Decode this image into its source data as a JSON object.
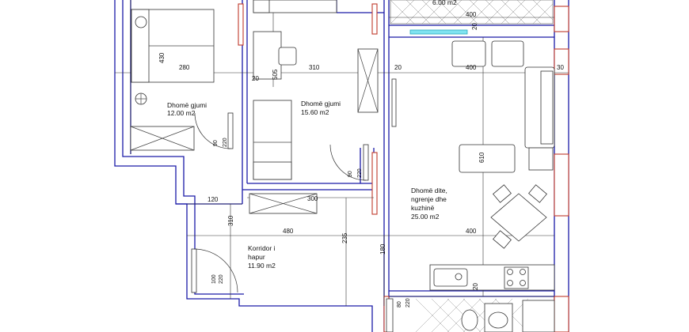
{
  "rooms": [
    {
      "name": "Dhomë gjumi",
      "area": "12.00 m2"
    },
    {
      "name": "Dhomë gjumi",
      "area": "15.60 m2"
    },
    {
      "name": "Dhomë dite,",
      "name2": "ngrenje dhe",
      "name3": "kuzhinë",
      "area": "25.00 m2"
    },
    {
      "name": "Korridor i",
      "name2": "hapur",
      "area": "11.90 m2"
    },
    {
      "area": "6.00 m2"
    }
  ],
  "dimensions": {
    "d430": "430",
    "d280": "280",
    "d20a": "20",
    "d505": "505",
    "d310a": "310",
    "d20b": "20",
    "d400a": "400",
    "d30": "30",
    "d400b": "400",
    "d20c": "20",
    "d610": "610",
    "d120": "120",
    "d300": "300",
    "d310b": "310",
    "d480": "480",
    "d400c": "400",
    "d235": "235",
    "d180": "180",
    "d20d": "20"
  },
  "doors": [
    {
      "w": "90",
      "h": "220"
    },
    {
      "w": "90",
      "h": "220"
    },
    {
      "w": "100",
      "h": "220"
    },
    {
      "w": "80",
      "h": "220"
    }
  ]
}
